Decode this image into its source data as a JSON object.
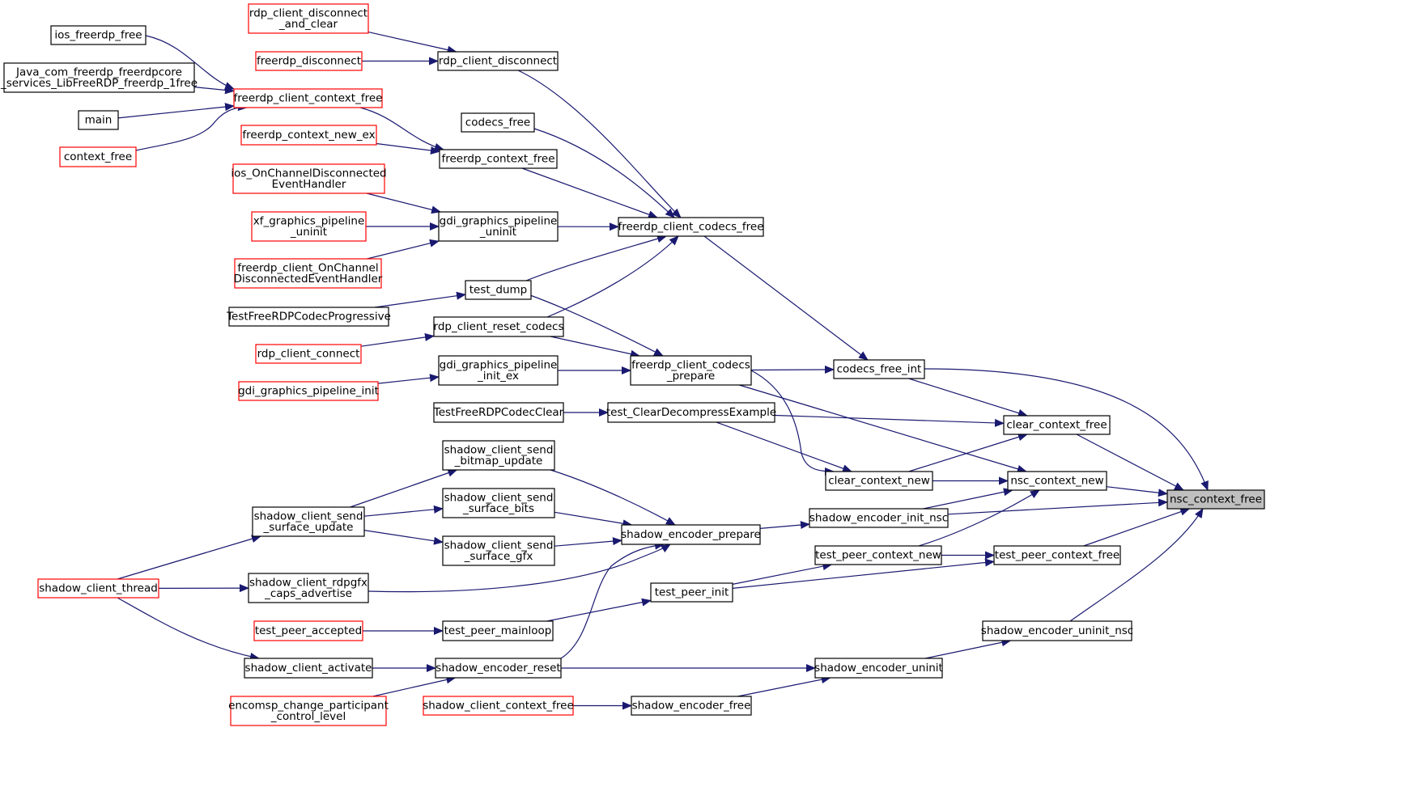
{
  "colors": {
    "background": "#ffffff",
    "edge": "#191970",
    "node_border_normal": "#000000",
    "node_border_truncated": "#ff0000",
    "node_fill_root": "#bfbfbf",
    "node_fill": "#ffffff",
    "text": "#000000"
  },
  "graph": {
    "root": "nsc_context_free",
    "nodes": [
      {
        "id": "ios_freerdp_free",
        "lines": [
          "ios_freerdp_free"
        ],
        "style": "normal"
      },
      {
        "id": "java_free",
        "lines": [
          "Java_com_freerdp_freerdpcore",
          "_services_LibFreeRDP_freerdp_1free"
        ],
        "style": "normal"
      },
      {
        "id": "main",
        "lines": [
          "main"
        ],
        "style": "normal"
      },
      {
        "id": "context_free",
        "lines": [
          "context_free"
        ],
        "style": "truncated"
      },
      {
        "id": "rdp_client_disconnect_and_clear",
        "lines": [
          "rdp_client_disconnect",
          "_and_clear"
        ],
        "style": "truncated"
      },
      {
        "id": "freerdp_disconnect",
        "lines": [
          "freerdp_disconnect"
        ],
        "style": "truncated"
      },
      {
        "id": "freerdp_client_context_free",
        "lines": [
          "freerdp_client_context_free"
        ],
        "style": "truncated"
      },
      {
        "id": "freerdp_context_new_ex",
        "lines": [
          "freerdp_context_new_ex"
        ],
        "style": "truncated"
      },
      {
        "id": "ios_OnChannelDisconnected",
        "lines": [
          "ios_OnChannelDisconnected",
          "EventHandler"
        ],
        "style": "truncated"
      },
      {
        "id": "xf_graphics_pipeline_uninit",
        "lines": [
          "xf_graphics_pipeline",
          "_uninit"
        ],
        "style": "truncated"
      },
      {
        "id": "freerdp_client_OnChannel",
        "lines": [
          "freerdp_client_OnChannel",
          "DisconnectedEventHandler"
        ],
        "style": "truncated"
      },
      {
        "id": "TestFreeRDPCodecProgressive",
        "lines": [
          "TestFreeRDPCodecProgressive"
        ],
        "style": "normal"
      },
      {
        "id": "rdp_client_connect",
        "lines": [
          "rdp_client_connect"
        ],
        "style": "truncated"
      },
      {
        "id": "gdi_graphics_pipeline_init",
        "lines": [
          "gdi_graphics_pipeline_init"
        ],
        "style": "truncated"
      },
      {
        "id": "rdp_client_disconnect",
        "lines": [
          "rdp_client_disconnect"
        ],
        "style": "normal"
      },
      {
        "id": "codecs_free",
        "lines": [
          "codecs_free"
        ],
        "style": "normal"
      },
      {
        "id": "freerdp_context_free",
        "lines": [
          "freerdp_context_free"
        ],
        "style": "normal"
      },
      {
        "id": "gdi_graphics_pipeline_uninit",
        "lines": [
          "gdi_graphics_pipeline",
          "_uninit"
        ],
        "style": "normal"
      },
      {
        "id": "test_dump",
        "lines": [
          "test_dump"
        ],
        "style": "normal"
      },
      {
        "id": "rdp_client_reset_codecs",
        "lines": [
          "rdp_client_reset_codecs"
        ],
        "style": "normal"
      },
      {
        "id": "gdi_graphics_pipeline_init_ex",
        "lines": [
          "gdi_graphics_pipeline",
          "_init_ex"
        ],
        "style": "normal"
      },
      {
        "id": "TestFreeRDPCodecClear",
        "lines": [
          "TestFreeRDPCodecClear"
        ],
        "style": "normal"
      },
      {
        "id": "freerdp_client_codecs_free",
        "lines": [
          "freerdp_client_codecs_free"
        ],
        "style": "normal"
      },
      {
        "id": "freerdp_client_codecs_prepare",
        "lines": [
          "freerdp_client_codecs",
          "_prepare"
        ],
        "style": "normal"
      },
      {
        "id": "test_ClearDecompressExample",
        "lines": [
          "test_ClearDecompressExample"
        ],
        "style": "normal"
      },
      {
        "id": "codecs_free_int",
        "lines": [
          "codecs_free_int"
        ],
        "style": "normal"
      },
      {
        "id": "clear_context_new",
        "lines": [
          "clear_context_new"
        ],
        "style": "normal"
      },
      {
        "id": "clear_context_free",
        "lines": [
          "clear_context_free"
        ],
        "style": "normal"
      },
      {
        "id": "nsc_context_new",
        "lines": [
          "nsc_context_new"
        ],
        "style": "normal"
      },
      {
        "id": "nsc_context_free",
        "lines": [
          "nsc_context_free"
        ],
        "style": "root"
      },
      {
        "id": "shadow_client_send_bitmap_update",
        "lines": [
          "shadow_client_send",
          "_bitmap_update"
        ],
        "style": "normal"
      },
      {
        "id": "shadow_client_send_surface_bits",
        "lines": [
          "shadow_client_send",
          "_surface_bits"
        ],
        "style": "normal"
      },
      {
        "id": "shadow_client_send_surface_gfx",
        "lines": [
          "shadow_client_send",
          "_surface_gfx"
        ],
        "style": "normal"
      },
      {
        "id": "shadow_client_send_surface_update",
        "lines": [
          "shadow_client_send",
          "_surface_update"
        ],
        "style": "normal"
      },
      {
        "id": "shadow_client_thread",
        "lines": [
          "shadow_client_thread"
        ],
        "style": "truncated"
      },
      {
        "id": "shadow_client_rdpgfx_caps_advertise",
        "lines": [
          "shadow_client_rdpgfx",
          "_caps_advertise"
        ],
        "style": "normal"
      },
      {
        "id": "test_peer_accepted",
        "lines": [
          "test_peer_accepted"
        ],
        "style": "truncated"
      },
      {
        "id": "shadow_client_activate",
        "lines": [
          "shadow_client_activate"
        ],
        "style": "normal"
      },
      {
        "id": "encomsp_change_participant",
        "lines": [
          "encomsp_change_participant",
          "_control_level"
        ],
        "style": "truncated"
      },
      {
        "id": "shadow_client_context_free",
        "lines": [
          "shadow_client_context_free"
        ],
        "style": "truncated"
      },
      {
        "id": "shadow_encoder_prepare",
        "lines": [
          "shadow_encoder_prepare"
        ],
        "style": "normal"
      },
      {
        "id": "shadow_encoder_init_nsc",
        "lines": [
          "shadow_encoder_init_nsc"
        ],
        "style": "normal"
      },
      {
        "id": "test_peer_context_new",
        "lines": [
          "test_peer_context_new"
        ],
        "style": "normal"
      },
      {
        "id": "test_peer_context_free",
        "lines": [
          "test_peer_context_free"
        ],
        "style": "normal"
      },
      {
        "id": "test_peer_init",
        "lines": [
          "test_peer_init"
        ],
        "style": "normal"
      },
      {
        "id": "test_peer_mainloop",
        "lines": [
          "test_peer_mainloop"
        ],
        "style": "normal"
      },
      {
        "id": "shadow_encoder_reset",
        "lines": [
          "shadow_encoder_reset"
        ],
        "style": "normal"
      },
      {
        "id": "shadow_encoder_uninit",
        "lines": [
          "shadow_encoder_uninit"
        ],
        "style": "normal"
      },
      {
        "id": "shadow_encoder_free",
        "lines": [
          "shadow_encoder_free"
        ],
        "style": "normal"
      },
      {
        "id": "shadow_encoder_uninit_nsc",
        "lines": [
          "shadow_encoder_uninit_nsc"
        ],
        "style": "normal"
      }
    ],
    "edges": [
      {
        "from": "ios_freerdp_free",
        "to": "freerdp_client_context_free"
      },
      {
        "from": "java_free",
        "to": "freerdp_client_context_free"
      },
      {
        "from": "main",
        "to": "freerdp_client_context_free"
      },
      {
        "from": "context_free",
        "to": "freerdp_client_context_free"
      },
      {
        "from": "freerdp_client_context_free",
        "to": "freerdp_context_free"
      },
      {
        "from": "freerdp_context_new_ex",
        "to": "freerdp_context_free"
      },
      {
        "from": "rdp_client_disconnect_and_clear",
        "to": "rdp_client_disconnect"
      },
      {
        "from": "freerdp_disconnect",
        "to": "rdp_client_disconnect"
      },
      {
        "from": "ios_OnChannelDisconnected",
        "to": "gdi_graphics_pipeline_uninit"
      },
      {
        "from": "xf_graphics_pipeline_uninit",
        "to": "gdi_graphics_pipeline_uninit"
      },
      {
        "from": "freerdp_client_OnChannel",
        "to": "gdi_graphics_pipeline_uninit"
      },
      {
        "from": "TestFreeRDPCodecProgressive",
        "to": "test_dump"
      },
      {
        "from": "rdp_client_connect",
        "to": "rdp_client_reset_codecs"
      },
      {
        "from": "gdi_graphics_pipeline_init",
        "to": "gdi_graphics_pipeline_init_ex"
      },
      {
        "from": "rdp_client_disconnect",
        "to": "freerdp_client_codecs_free"
      },
      {
        "from": "codecs_free",
        "to": "freerdp_client_codecs_free"
      },
      {
        "from": "freerdp_context_free",
        "to": "freerdp_client_codecs_free"
      },
      {
        "from": "gdi_graphics_pipeline_uninit",
        "to": "freerdp_client_codecs_free"
      },
      {
        "from": "test_dump",
        "to": "freerdp_client_codecs_free"
      },
      {
        "from": "rdp_client_reset_codecs",
        "to": "freerdp_client_codecs_free"
      },
      {
        "from": "test_dump",
        "to": "freerdp_client_codecs_prepare"
      },
      {
        "from": "rdp_client_reset_codecs",
        "to": "freerdp_client_codecs_prepare"
      },
      {
        "from": "gdi_graphics_pipeline_init_ex",
        "to": "freerdp_client_codecs_prepare"
      },
      {
        "from": "TestFreeRDPCodecClear",
        "to": "test_ClearDecompressExample"
      },
      {
        "from": "freerdp_client_codecs_free",
        "to": "codecs_free_int"
      },
      {
        "from": "freerdp_client_codecs_prepare",
        "to": "codecs_free_int"
      },
      {
        "from": "freerdp_client_codecs_prepare",
        "to": "clear_context_new"
      },
      {
        "from": "test_ClearDecompressExample",
        "to": "clear_context_new"
      },
      {
        "from": "codecs_free_int",
        "to": "clear_context_free"
      },
      {
        "from": "test_ClearDecompressExample",
        "to": "clear_context_free"
      },
      {
        "from": "clear_context_new",
        "to": "clear_context_free"
      },
      {
        "from": "freerdp_client_codecs_prepare",
        "to": "nsc_context_new"
      },
      {
        "from": "clear_context_new",
        "to": "nsc_context_new"
      },
      {
        "from": "shadow_encoder_init_nsc",
        "to": "nsc_context_new"
      },
      {
        "from": "test_peer_context_new",
        "to": "nsc_context_new"
      },
      {
        "from": "codecs_free_int",
        "to": "nsc_context_free"
      },
      {
        "from": "clear_context_free",
        "to": "nsc_context_free"
      },
      {
        "from": "nsc_context_new",
        "to": "nsc_context_free"
      },
      {
        "from": "shadow_encoder_init_nsc",
        "to": "nsc_context_free"
      },
      {
        "from": "test_peer_context_free",
        "to": "nsc_context_free"
      },
      {
        "from": "shadow_encoder_uninit_nsc",
        "to": "nsc_context_free"
      },
      {
        "from": "shadow_client_send_surface_update",
        "to": "shadow_client_send_bitmap_update"
      },
      {
        "from": "shadow_client_send_surface_update",
        "to": "shadow_client_send_surface_bits"
      },
      {
        "from": "shadow_client_send_surface_update",
        "to": "shadow_client_send_surface_gfx"
      },
      {
        "from": "shadow_client_thread",
        "to": "shadow_client_send_surface_update"
      },
      {
        "from": "shadow_client_thread",
        "to": "shadow_client_rdpgfx_caps_advertise"
      },
      {
        "from": "shadow_client_thread",
        "to": "shadow_client_activate"
      },
      {
        "from": "shadow_client_send_bitmap_update",
        "to": "shadow_encoder_prepare"
      },
      {
        "from": "shadow_client_send_surface_bits",
        "to": "shadow_encoder_prepare"
      },
      {
        "from": "shadow_client_send_surface_gfx",
        "to": "shadow_encoder_prepare"
      },
      {
        "from": "shadow_client_rdpgfx_caps_advertise",
        "to": "shadow_encoder_prepare"
      },
      {
        "from": "shadow_encoder_reset",
        "to": "shadow_encoder_prepare"
      },
      {
        "from": "shadow_encoder_prepare",
        "to": "shadow_encoder_init_nsc"
      },
      {
        "from": "test_peer_init",
        "to": "test_peer_context_new"
      },
      {
        "from": "test_peer_init",
        "to": "test_peer_context_free"
      },
      {
        "from": "test_peer_context_new",
        "to": "test_peer_context_free"
      },
      {
        "from": "test_peer_mainloop",
        "to": "test_peer_init"
      },
      {
        "from": "test_peer_accepted",
        "to": "test_peer_mainloop"
      },
      {
        "from": "shadow_client_activate",
        "to": "shadow_encoder_reset"
      },
      {
        "from": "encomsp_change_participant",
        "to": "shadow_encoder_reset"
      },
      {
        "from": "shadow_encoder_reset",
        "to": "shadow_encoder_uninit"
      },
      {
        "from": "shadow_encoder_free",
        "to": "shadow_encoder_uninit"
      },
      {
        "from": "shadow_client_context_free",
        "to": "shadow_encoder_free"
      },
      {
        "from": "shadow_encoder_uninit",
        "to": "shadow_encoder_uninit_nsc"
      }
    ]
  }
}
